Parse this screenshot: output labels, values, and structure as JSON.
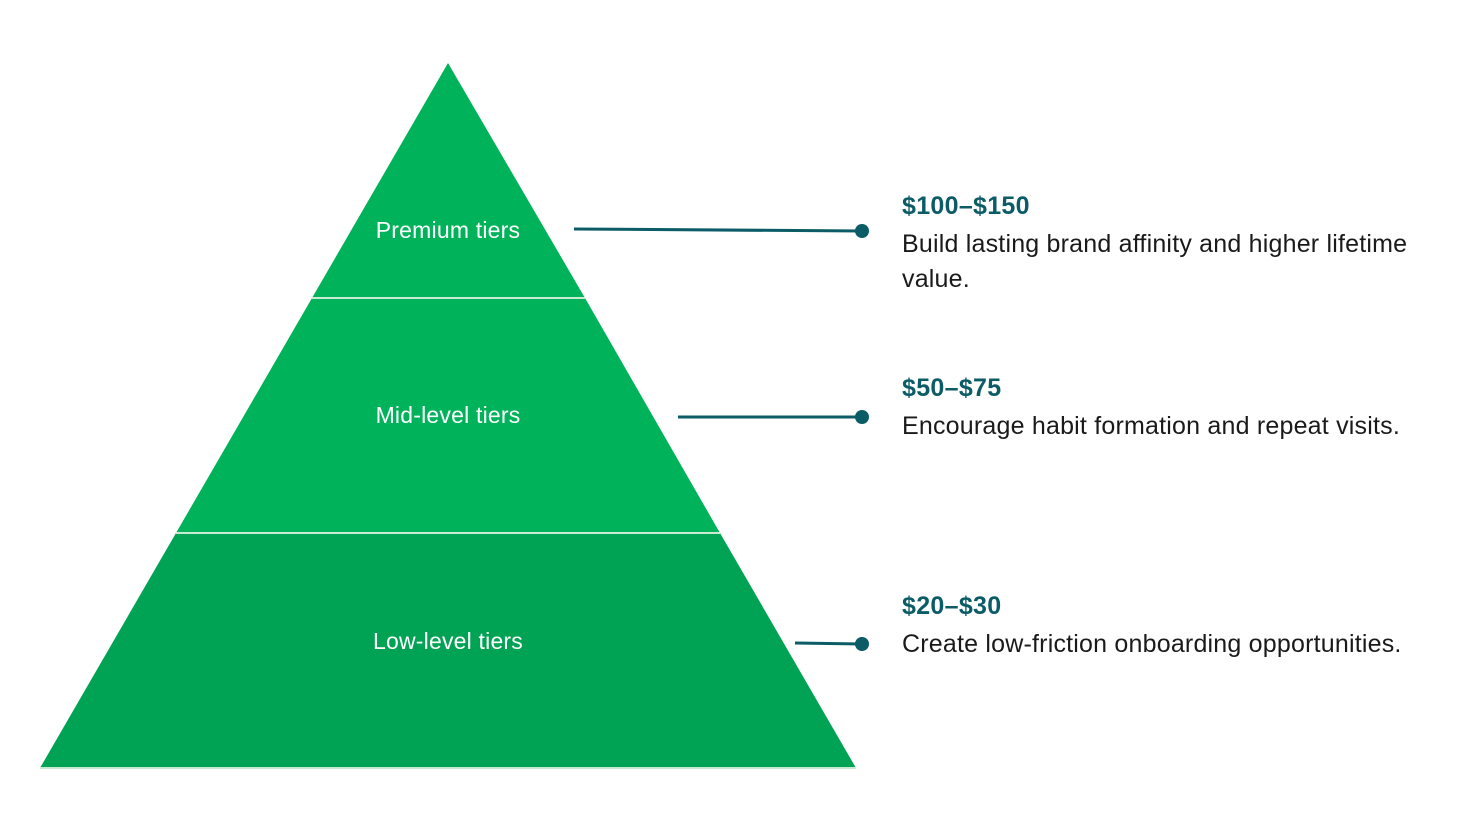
{
  "colors": {
    "tier_upper": "#00b25a",
    "tier_lower": "#00a254",
    "divider": "#c8e9d2",
    "connector": "#0b5c66",
    "price_text": "#0b5c66",
    "desc_text": "#1a1a1a"
  },
  "tiers": [
    {
      "label": "Premium tiers",
      "price": "$100–$150",
      "description": "Build lasting brand affinity and higher lifetime value."
    },
    {
      "label": "Mid-level tiers",
      "price": "$50–$75",
      "description": "Encourage habit formation and repeat visits."
    },
    {
      "label": "Low-level tiers",
      "price": "$20–$30",
      "description": "Create low-friction onboarding opportunities."
    }
  ]
}
